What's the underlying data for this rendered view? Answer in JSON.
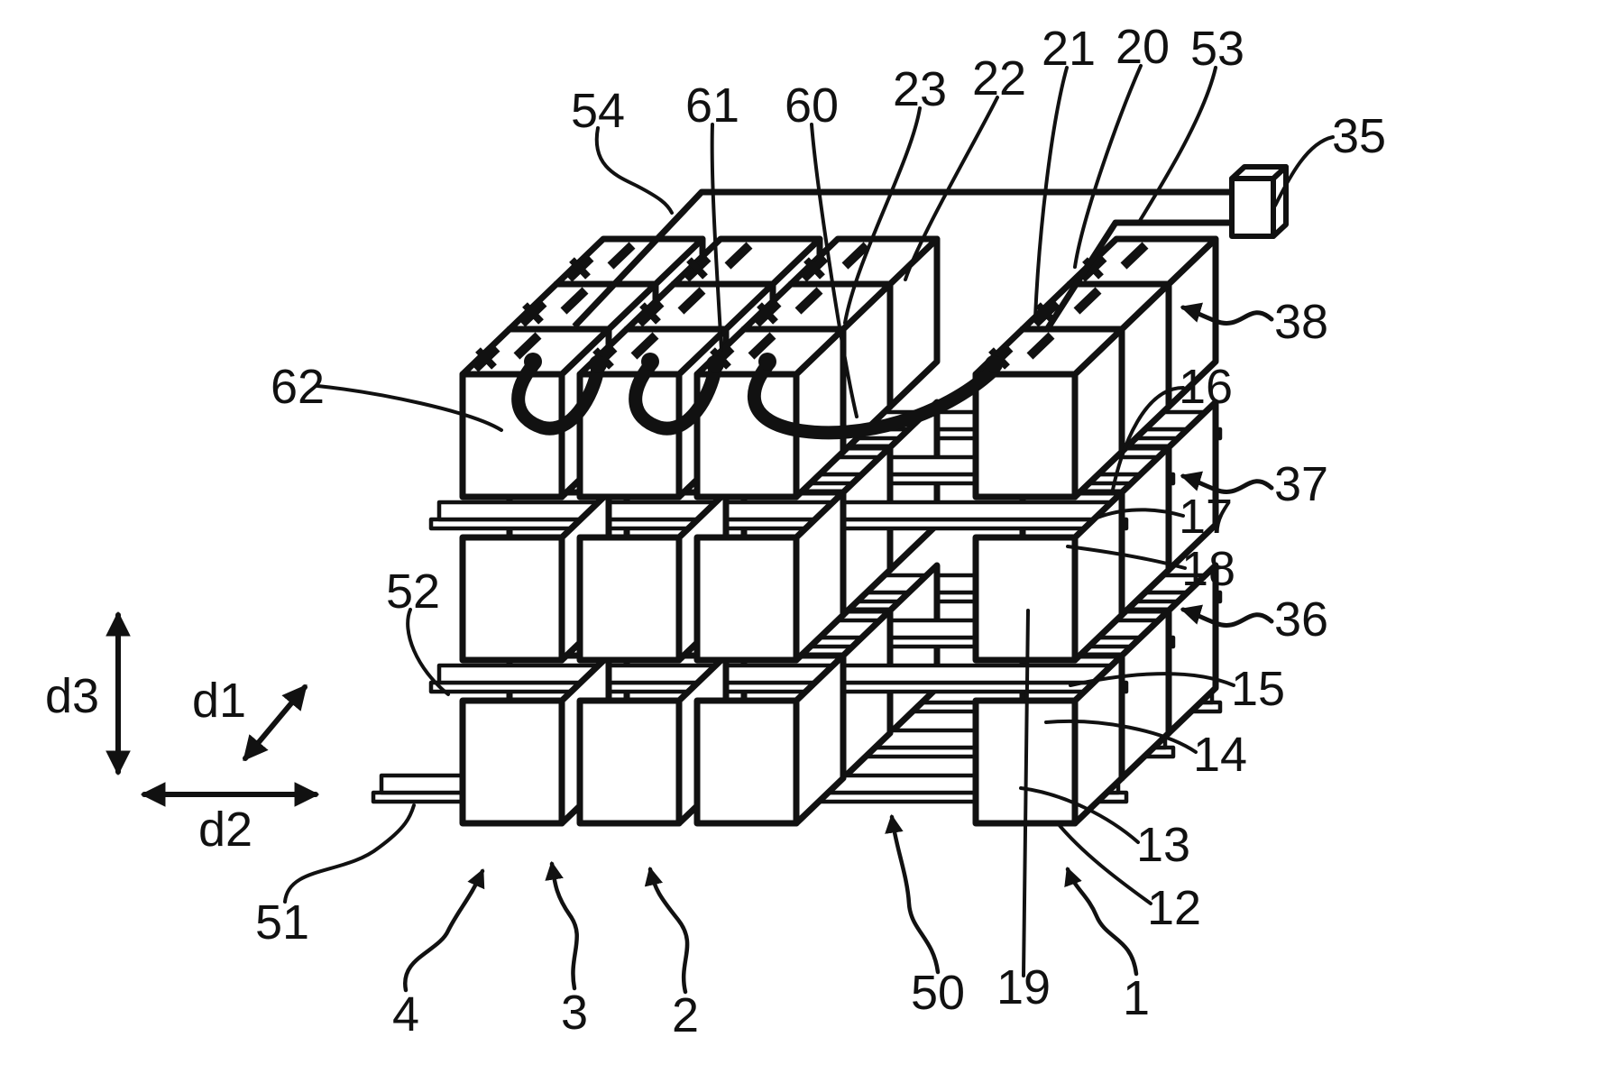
{
  "figure": {
    "kind": "patent-line-drawing",
    "subject": "3D battery-cell rack with rails, jumper cables and monitoring wires"
  },
  "colors": {
    "ink": "#111111",
    "paper": "#ffffff"
  },
  "axes": {
    "d1": "d1",
    "d2": "d2",
    "d3": "d3"
  },
  "labels": {
    "n54": "54",
    "n61": "61",
    "n60": "60",
    "n23": "23",
    "n22": "22",
    "n21": "21",
    "n20": "20",
    "n53": "53",
    "n35": "35",
    "n38": "38",
    "n62": "62",
    "n16": "16",
    "n37": "37",
    "n17": "17",
    "n18": "18",
    "n36": "36",
    "n52": "52",
    "n15": "15",
    "n14": "14",
    "n13": "13",
    "n12": "12",
    "n51": "51",
    "n4": "4",
    "n3": "3",
    "n2": "2",
    "n50": "50",
    "n19": "19",
    "n1": "1"
  }
}
